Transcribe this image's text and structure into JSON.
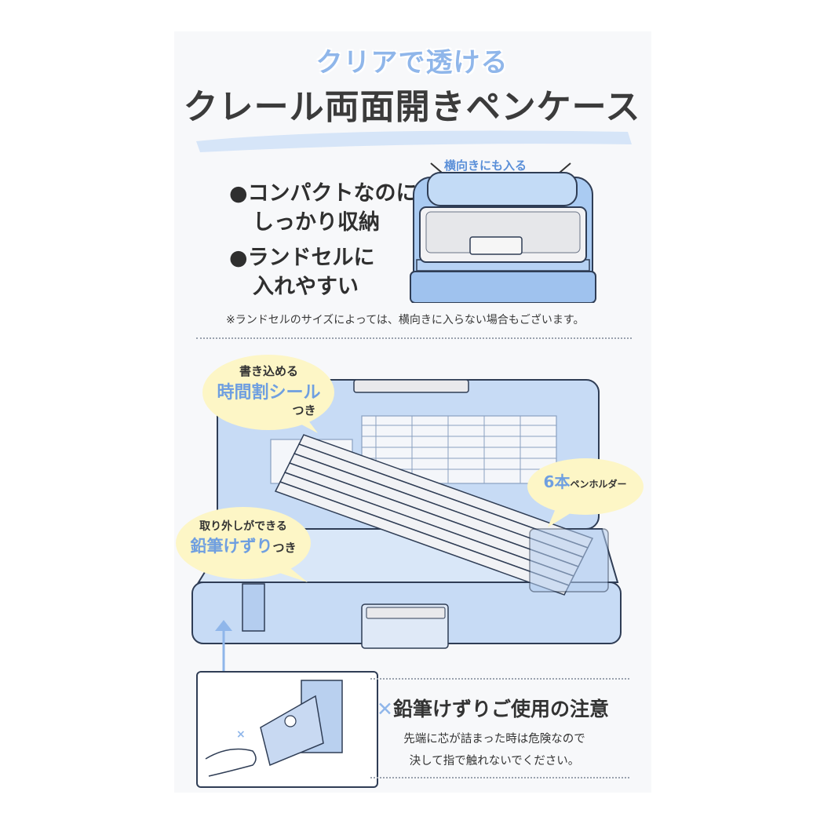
{
  "header": {
    "subtitle": "クリアで透ける",
    "title": "クレール両面開きペンケース"
  },
  "features": {
    "bullet": "●",
    "f1_line1": "コンパクトなのに",
    "f1_line2": "しっかり収納",
    "f2_line1": "ランドセルに",
    "f2_line2": "入れやすい"
  },
  "randoseru": {
    "label": "横向きにも入る"
  },
  "note": "※ランドセルのサイズによっては、横向きに入らない場合もございます。",
  "callouts": {
    "schedule_line1": "書き込める",
    "schedule_line2": "時間割シール",
    "schedule_line3": "つき",
    "sharpener_line1": "取り外しができる",
    "sharpener_line2": "鉛筆けずり",
    "sharpener_line3": "つき",
    "holder_num": "6本",
    "holder_text": "ペンホルダー"
  },
  "caution": {
    "mark": "✕",
    "title": "鉛筆けずりご使用の注意",
    "body_line1": "先端に芯が詰まった時は危険なので",
    "body_line2": "決して指で触れないでください。",
    "x_mark": "×"
  },
  "colors": {
    "accent_blue": "#8fb6ea",
    "case_blue": "#c7dbf5",
    "bubble_yellow": "#fdf6c6"
  }
}
